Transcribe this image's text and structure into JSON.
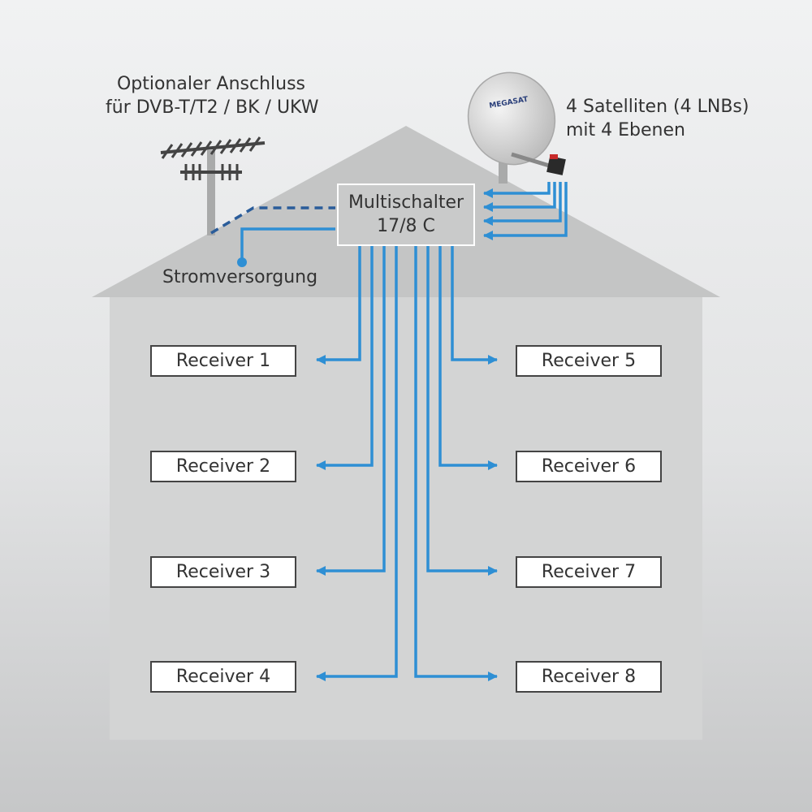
{
  "antenna_label": [
    "Optionaler Anschluss",
    "für DVB-T/T2 / BK / UKW"
  ],
  "satellite_label": [
    "4 Satelliten (4 LNBs)",
    "mit 4 Ebenen"
  ],
  "dish_brand": "MEGASAT",
  "multiswitch": {
    "line1": "Multischalter",
    "line2": "17/8 C"
  },
  "power_label": "Stromversorgung",
  "receivers_left": [
    "Receiver 1",
    "Receiver 2",
    "Receiver 3",
    "Receiver 4"
  ],
  "receivers_right": [
    "Receiver 5",
    "Receiver 6",
    "Receiver 7",
    "Receiver 8"
  ],
  "colors": {
    "cable": "#2e8fd4",
    "house": "#d3d4d4",
    "roof": "#c4c5c5",
    "antenna": "#444444"
  }
}
